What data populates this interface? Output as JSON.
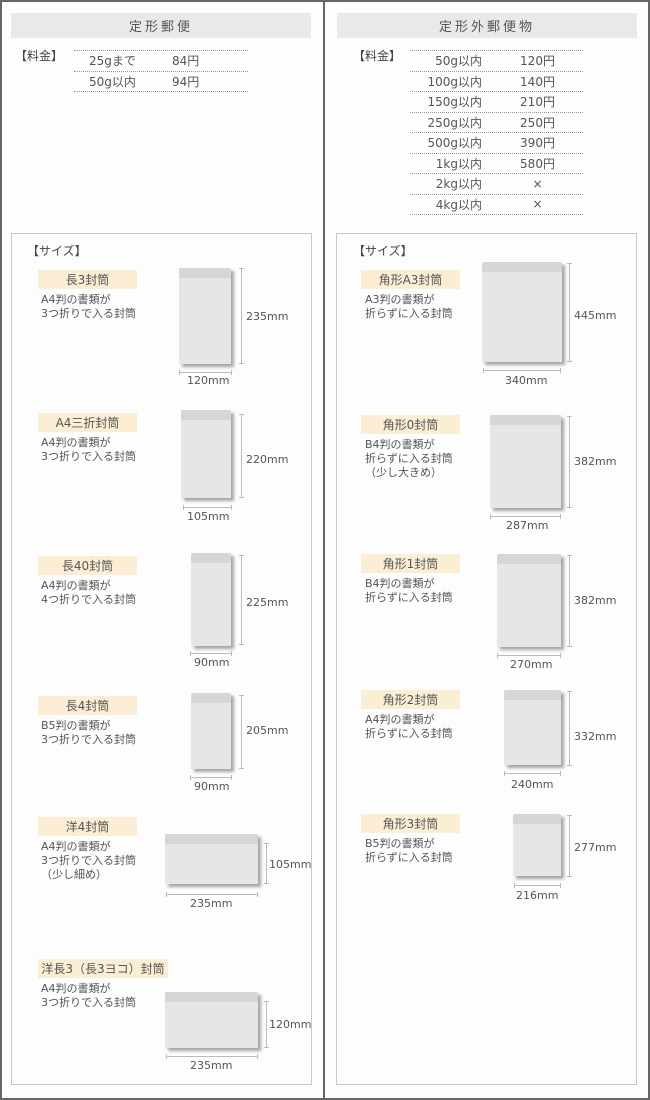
{
  "left": {
    "title": "定形郵便",
    "fee_label": "【料金】",
    "fees": [
      {
        "weight": "25gまで",
        "price": "84円"
      },
      {
        "weight": "50g以内",
        "price": "94円"
      }
    ],
    "size_label": "【サイズ】",
    "envelopes": [
      {
        "name": "長3封筒",
        "desc": "A4判の書類が\n3つ折りで入る封筒",
        "width": "120mm",
        "height": "235mm"
      },
      {
        "name": "A4三折封筒",
        "desc": "A4判の書類が\n3つ折りで入る封筒",
        "width": "105mm",
        "height": "220mm"
      },
      {
        "name": "長40封筒",
        "desc": "A4判の書類が\n4つ折りで入る封筒",
        "width": "90mm",
        "height": "225mm"
      },
      {
        "name": "長4封筒",
        "desc": "B5判の書類が\n3つ折りで入る封筒",
        "width": "90mm",
        "height": "205mm"
      },
      {
        "name": "洋4封筒",
        "desc": "A4判の書類が\n3つ折りで入る封筒\n（少し細め）",
        "width": "235mm",
        "height": "105mm"
      },
      {
        "name": "洋長3（長3ヨコ）封筒",
        "desc": "A4判の書類が\n3つ折りで入る封筒",
        "width": "235mm",
        "height": "120mm"
      }
    ]
  },
  "right": {
    "title": "定形外郵便物",
    "fee_label": "【料金】",
    "fees": [
      {
        "weight": "50g以内",
        "price": "120円"
      },
      {
        "weight": "100g以内",
        "price": "140円"
      },
      {
        "weight": "150g以内",
        "price": "210円"
      },
      {
        "weight": "250g以内",
        "price": "250円"
      },
      {
        "weight": "500g以内",
        "price": "390円"
      },
      {
        "weight": "1kg以内",
        "price": "580円"
      },
      {
        "weight": "2kg以内",
        "price": "×"
      },
      {
        "weight": "4kg以内",
        "price": "×"
      }
    ],
    "size_label": "【サイズ】",
    "envelopes": [
      {
        "name": "角形A3封筒",
        "desc": "A3判の書類が\n折らずに入る封筒",
        "width": "340mm",
        "height": "445mm"
      },
      {
        "name": "角形0封筒",
        "desc": "B4判の書類が\n折らずに入る封筒\n（少し大きめ）",
        "width": "287mm",
        "height": "382mm"
      },
      {
        "name": "角形1封筒",
        "desc": "B4判の書類が\n折らずに入る封筒",
        "width": "270mm",
        "height": "382mm"
      },
      {
        "name": "角形2封筒",
        "desc": "A4判の書類が\n折らずに入る封筒",
        "width": "240mm",
        "height": "332mm"
      },
      {
        "name": "角形3封筒",
        "desc": "B5判の書類が\n折らずに入る封筒",
        "width": "216mm",
        "height": "277mm"
      }
    ]
  },
  "colors": {
    "title_bg": "#e9e9e9",
    "name_tag_bg": "#fbeed5",
    "envelope_body": "#e6e6e6",
    "envelope_flap": "#d6d6d6",
    "border": "#666666"
  }
}
